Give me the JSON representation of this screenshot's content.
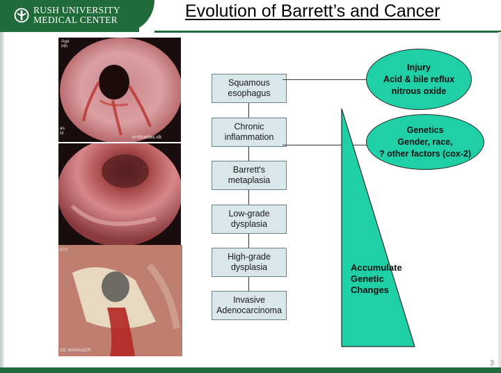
{
  "header": {
    "org_line1": "RUSH UNIVERSITY",
    "org_line2": "MEDICAL CENTER",
    "title": "Evolution of Barrett’s and Cancer"
  },
  "colors": {
    "brand_green": "#1f6b3a",
    "accent_teal": "#1fcfa6",
    "box_fill": "#d9e6ea"
  },
  "photos": {
    "top_caption_left_1": "Age",
    "top_caption_left_2": "irth",
    "top_caption_left_3": "as",
    "top_caption_left_4": "ld",
    "top_watermark": "endoatlas.sk",
    "bottom_caption_top": "573",
    "bottom_caption_bottom": "GE MANAGER"
  },
  "flow": {
    "steps": [
      "Squamous\nesophagus",
      "Chronic\ninflammation",
      "Barrett's\nmetaplasia",
      "Low-grade\ndysplasia",
      "High-grade\ndysplasia",
      "Invasive\nAdenocarcinoma"
    ]
  },
  "ovals": {
    "injury": {
      "line1": "Injury",
      "line2": "Acid & bile reflux",
      "line3": "nitrous oxide"
    },
    "genetics": {
      "line1": "Genetics",
      "line2": "Gender, race,",
      "line3": "? other factors (cox-2)"
    }
  },
  "triangle": {
    "line1": "Accumulate",
    "line2": "Genetic",
    "line3": "Changes"
  },
  "footer": {
    "page_number": "3"
  }
}
